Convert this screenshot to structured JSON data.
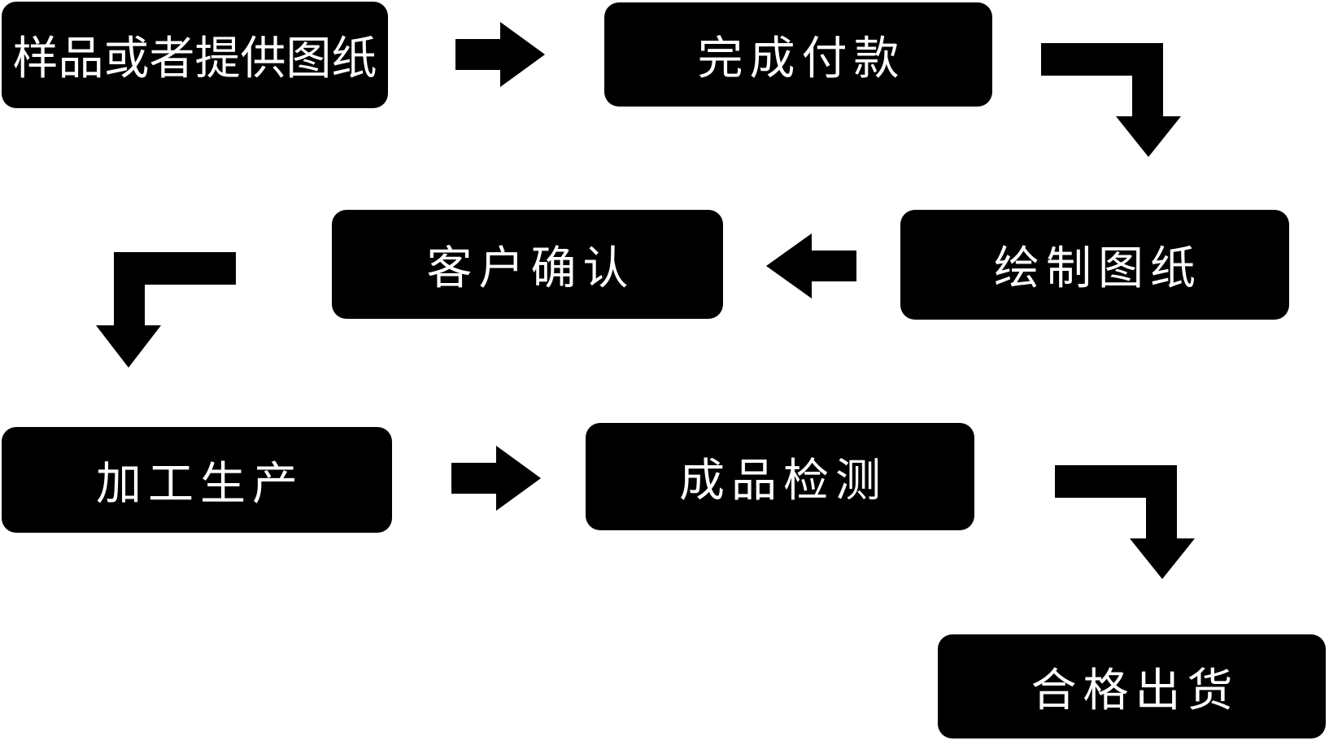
{
  "diagram": {
    "type": "flowchart",
    "colors": {
      "background": "#ffffff",
      "node_fill": "#000000",
      "node_text": "#ffffff",
      "arrow": "#000000"
    },
    "nodes": [
      {
        "id": "sample",
        "label": "样品或者提供图纸"
      },
      {
        "id": "payment",
        "label": "完成付款"
      },
      {
        "id": "confirm",
        "label": "客户确认"
      },
      {
        "id": "draw",
        "label": "绘制图纸"
      },
      {
        "id": "produce",
        "label": "加工生产"
      },
      {
        "id": "inspect",
        "label": "成品检测"
      },
      {
        "id": "ship",
        "label": "合格出货"
      }
    ],
    "connectors": [
      {
        "from": "sample",
        "to": "payment",
        "shape": "right-arrow"
      },
      {
        "from": "payment",
        "to": "draw",
        "shape": "elbow-right-down-arrow"
      },
      {
        "from": "draw",
        "to": "confirm",
        "shape": "left-arrow"
      },
      {
        "from": "confirm",
        "to": "produce",
        "shape": "elbow-left-down-arrow"
      },
      {
        "from": "produce",
        "to": "inspect",
        "shape": "right-arrow"
      },
      {
        "from": "inspect",
        "to": "ship",
        "shape": "elbow-right-down-arrow"
      }
    ]
  }
}
